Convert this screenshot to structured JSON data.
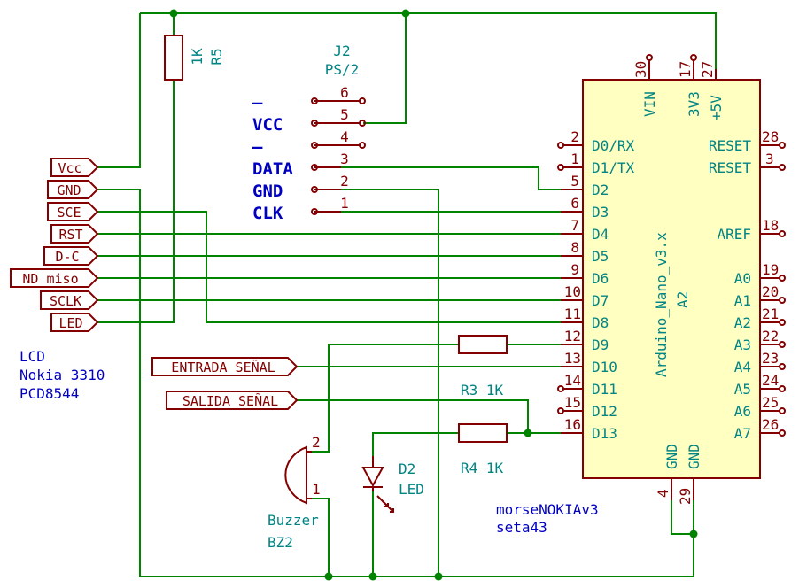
{
  "lcd": {
    "line1": "LCD",
    "line2": "Nokia 3310",
    "line3": "PCD8544"
  },
  "lcd_labels": [
    "Vcc",
    "GND",
    "SCE",
    "RST",
    "D-C",
    "ND_miso",
    "SCLK",
    "LED"
  ],
  "signal_labels": {
    "entrada": "ENTRADA_SEÑAL",
    "salida": "SALIDA_SEÑAL"
  },
  "r5": {
    "value": "1K",
    "ref": "R5"
  },
  "r3": {
    "label": "R3 1K"
  },
  "r4": {
    "label": "R4 1K"
  },
  "j2": {
    "ref": "J2",
    "name": "PS/2",
    "pins": [
      {
        "num": "6",
        "label": "–"
      },
      {
        "num": "5",
        "label": "VCC"
      },
      {
        "num": "4",
        "label": "–"
      },
      {
        "num": "3",
        "label": "DATA"
      },
      {
        "num": "2",
        "label": "GND"
      },
      {
        "num": "1",
        "label": "CLK"
      }
    ]
  },
  "nano": {
    "name": "Arduino_Nano_v3.x",
    "ref": "A2",
    "left_pins": [
      {
        "num": "2",
        "name": "D0/RX"
      },
      {
        "num": "1",
        "name": "D1/TX"
      },
      {
        "num": "5",
        "name": "D2"
      },
      {
        "num": "6",
        "name": "D3"
      },
      {
        "num": "7",
        "name": "D4"
      },
      {
        "num": "8",
        "name": "D5"
      },
      {
        "num": "9",
        "name": "D6"
      },
      {
        "num": "10",
        "name": "D7"
      },
      {
        "num": "11",
        "name": "D8"
      },
      {
        "num": "12",
        "name": "D9"
      },
      {
        "num": "13",
        "name": "D10"
      },
      {
        "num": "14",
        "name": "D11"
      },
      {
        "num": "15",
        "name": "D12"
      },
      {
        "num": "16",
        "name": "D13"
      }
    ],
    "right_pins": [
      {
        "num": "28",
        "name": "RESET"
      },
      {
        "num": "3",
        "name": "RESET"
      },
      {
        "num": "18",
        "name": "AREF"
      },
      {
        "num": "19",
        "name": "A0"
      },
      {
        "num": "20",
        "name": "A1"
      },
      {
        "num": "21",
        "name": "A2"
      },
      {
        "num": "22",
        "name": "A3"
      },
      {
        "num": "23",
        "name": "A4"
      },
      {
        "num": "24",
        "name": "A5"
      },
      {
        "num": "25",
        "name": "A6"
      },
      {
        "num": "26",
        "name": "A7"
      }
    ],
    "top_pins": [
      {
        "num": "30",
        "name": "VIN"
      },
      {
        "num": "17",
        "name": "3V3"
      },
      {
        "num": "27",
        "name": "+5V"
      }
    ],
    "bottom_pins": [
      {
        "num": "4",
        "name": "GND"
      },
      {
        "num": "29",
        "name": "GND"
      }
    ]
  },
  "buzzer": {
    "name": "Buzzer",
    "ref": "BZ2",
    "pin1": "1",
    "pin2": "2"
  },
  "led": {
    "ref": "D2",
    "name": "LED"
  },
  "title": {
    "line1": "morseNOKIAv3",
    "line2": "seta43"
  },
  "colors": {
    "wire": "#008400",
    "component": "#840000",
    "body_fill": "#ffffc2",
    "text_blue": "#0000c2",
    "text_teal": "#008484"
  }
}
